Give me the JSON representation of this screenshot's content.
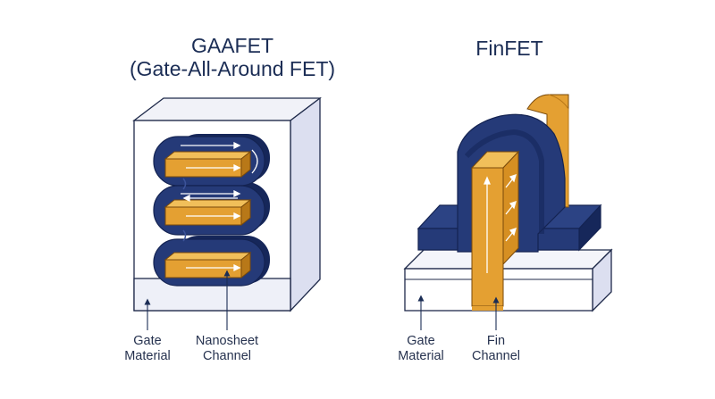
{
  "gaafet": {
    "title_line1": "GAAFET",
    "title_line2": "(Gate-All-Around FET)",
    "label_gate_line1": "Gate",
    "label_gate_line2": "Material",
    "label_channel_line1": "Nanosheet",
    "label_channel_line2": "Channel"
  },
  "finfet": {
    "title": "FinFET",
    "label_gate_line1": "Gate",
    "label_gate_line2": "Material",
    "label_channel_line1": "Fin",
    "label_channel_line2": "Channel"
  },
  "colors": {
    "gate_navy": "#253a78",
    "gate_dark": "#16275a",
    "channel_orange": "#e4a032",
    "channel_light": "#f1bf5a",
    "channel_dark": "#b87818",
    "box_face": "#ffffff",
    "box_side": "#dcdff0",
    "substrate": "#eef0f8",
    "outline": "#1f2a4a"
  }
}
